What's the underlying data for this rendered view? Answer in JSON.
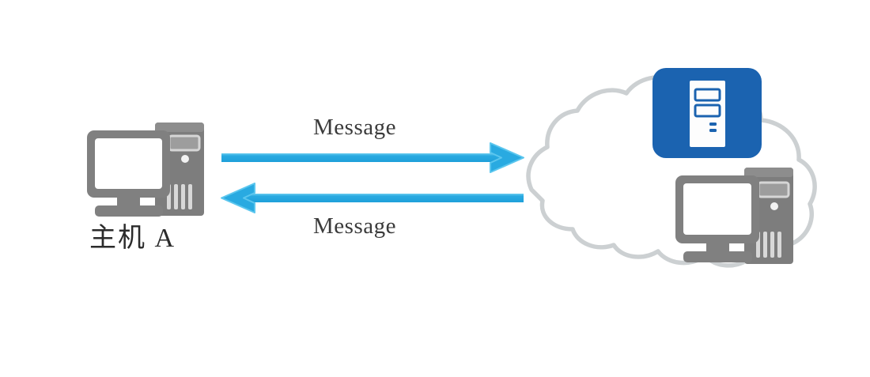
{
  "diagram": {
    "title": "Host A exchanging messages with network cloud",
    "background_color": "#ffffff",
    "nodes": [
      {
        "id": "host-a",
        "label": "主机 A",
        "icon": "desktop-computer-icon",
        "color": "#808080",
        "position": "left"
      },
      {
        "id": "network-cloud",
        "label": "",
        "icon": "cloud-icon",
        "color": "#ccd0d2",
        "position": "right"
      },
      {
        "id": "server-node",
        "label": "",
        "icon": "server-icon",
        "color": "#1b63b0",
        "position": "cloud-top"
      },
      {
        "id": "cloud-host",
        "label": "",
        "icon": "desktop-computer-icon",
        "color": "#808080",
        "position": "cloud-bottom-right"
      }
    ],
    "arrows": [
      {
        "id": "arrow-outbound",
        "label": "Message",
        "direction": "right",
        "color": "#29aae1",
        "from": "host-a",
        "to": "network-cloud"
      },
      {
        "id": "arrow-inbound",
        "label": "Message",
        "direction": "left",
        "color": "#29aae1",
        "from": "network-cloud",
        "to": "host-a"
      }
    ],
    "colors": {
      "arrow": "#29aae1",
      "arrow_highlight": "#5bc6ee",
      "device_gray": "#808080",
      "device_gray_light": "#9a9a9a",
      "cloud_outline": "#ccd0d2",
      "server_blue": "#1b63b0",
      "server_blue_dark": "#14559c",
      "screen_white": "#ffffff",
      "text_dark": "#2b2b2b"
    }
  }
}
